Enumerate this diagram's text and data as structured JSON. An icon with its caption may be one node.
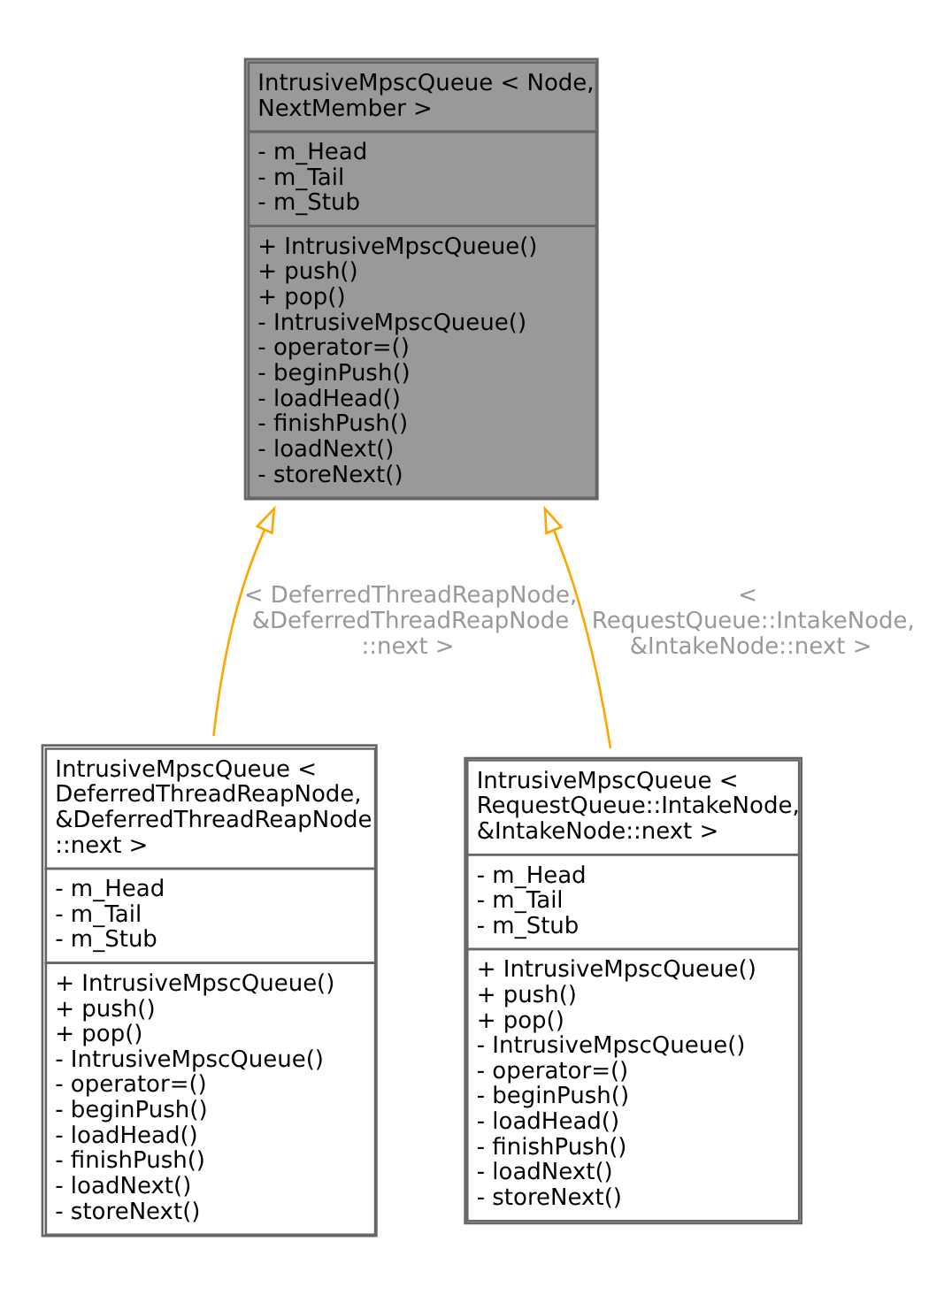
{
  "diagram": {
    "nodes": [
      {
        "text": [
          "IntrusiveMpscQueue < Node, NextMember >",
          "- m_Head",
          "- m_Tail",
          "- m_Stub",
          "+ IntrusiveMpscQueue()",
          "+ push()",
          "+ pop()",
          "- IntrusiveMpscQueue()",
          "- operator=()",
          "- beginPush()",
          "- loadHead()",
          "- finishPush()",
          "- loadNext()",
          "- storeNext()"
        ]
      },
      {
        "text": [
          "IntrusiveMpscQueue < DeferredThreadReapNode, &DeferredThreadReapNode ::next >",
          "- m_Head",
          "- m_Tail",
          "- m_Stub",
          "+ IntrusiveMpscQueue()",
          "+ push()",
          "+ pop()",
          "- IntrusiveMpscQueue()",
          "- operator=()",
          "- beginPush()",
          "- loadHead()",
          "- finishPush()",
          "- loadNext()",
          "- storeNext()"
        ]
      },
      {
        "text": [
          "IntrusiveMpscQueue < RequestQueue::IntakeNode, &IntakeNode::next >",
          "- m_Head",
          "- m_Tail",
          "- m_Stub",
          "+ IntrusiveMpscQueue()",
          "+ push()",
          "+ pop()",
          "- IntrusiveMpscQueue()",
          "- operator=()",
          "- beginPush()",
          "- loadHead()",
          "- finishPush()",
          "- loadNext()",
          "- storeNext()"
        ]
      }
    ],
    "edges": [
      {
        "from": 1,
        "to": 0,
        "arrow": "to",
        "label": "< DeferredThreadReapNode, &DeferredThreadReapNode ::next >"
      },
      {
        "from": 2,
        "to": 0,
        "arrow": "to",
        "label": "< RequestQueue::IntakeNode, &IntakeNode::next >"
      }
    ]
  }
}
